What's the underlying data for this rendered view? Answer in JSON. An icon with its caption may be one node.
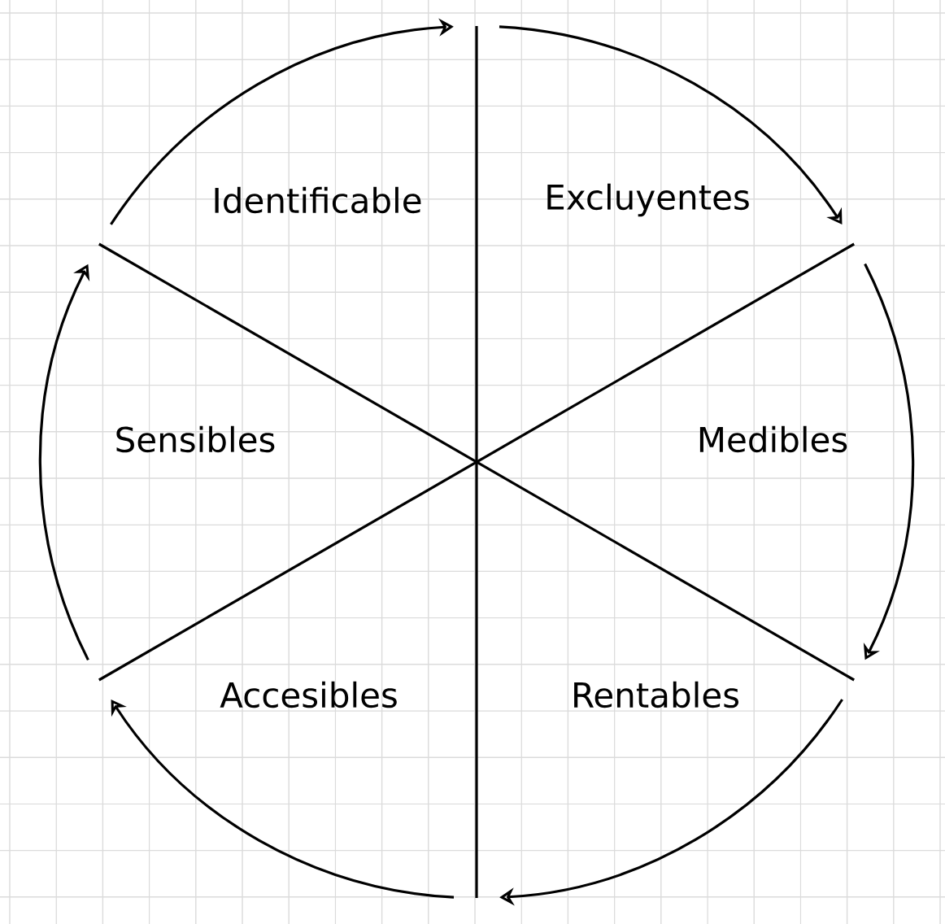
{
  "diagram": {
    "labels": [
      "Identificable",
      "Excluyentes",
      "Sensibles",
      "Medibles",
      "Accesibles",
      "Rentables"
    ]
  }
}
